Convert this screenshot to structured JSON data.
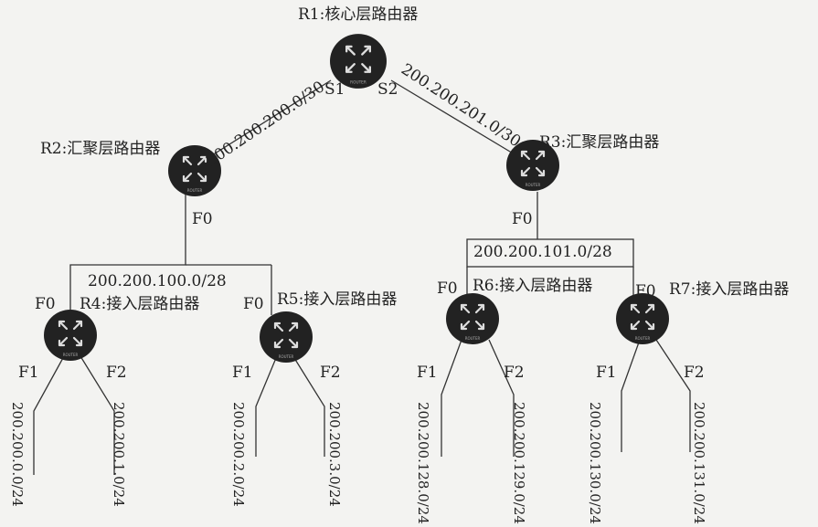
{
  "routers": {
    "r1": {
      "label": "R1:核心层路由器",
      "ports": [
        "S1",
        "S2"
      ]
    },
    "r2": {
      "label": "R2:汇聚层路由器",
      "ports": [
        "F0"
      ]
    },
    "r3": {
      "label": "R3:汇聚层路由器",
      "ports": [
        "F0"
      ]
    },
    "r4": {
      "label": "R4:接入层路由器",
      "ports": [
        "F0",
        "F1",
        "F2"
      ]
    },
    "r5": {
      "label": "R5:接入层路由器",
      "ports": [
        "F0",
        "F1",
        "F2"
      ]
    },
    "r6": {
      "label": "R6:接入层路由器",
      "ports": [
        "F0",
        "F1",
        "F2"
      ]
    },
    "r7": {
      "label": "R7:接入层路由器",
      "ports": [
        "F0",
        "F1",
        "F2"
      ]
    },
    "device_caption": "ROUTER"
  },
  "links": {
    "r1_r2": "200.200.200.0/30",
    "r1_r3": "200.200.201.0/30",
    "r2_lan": "200.200.100.0/28",
    "r3_lan": "200.200.101.0/28"
  },
  "lans": {
    "r4_f1": "200.200.0.0/24",
    "r4_f2": "200.200.1.0/24",
    "r5_f1": "200.200.2.0/24",
    "r5_f2": "200.200.3.0/24",
    "r6_f1": "200.200.128.0/24",
    "r6_f2": "200.200.129.0/24",
    "r7_f1": "200.200.130.0/24",
    "r7_f2": "200.200.131.0/24"
  }
}
